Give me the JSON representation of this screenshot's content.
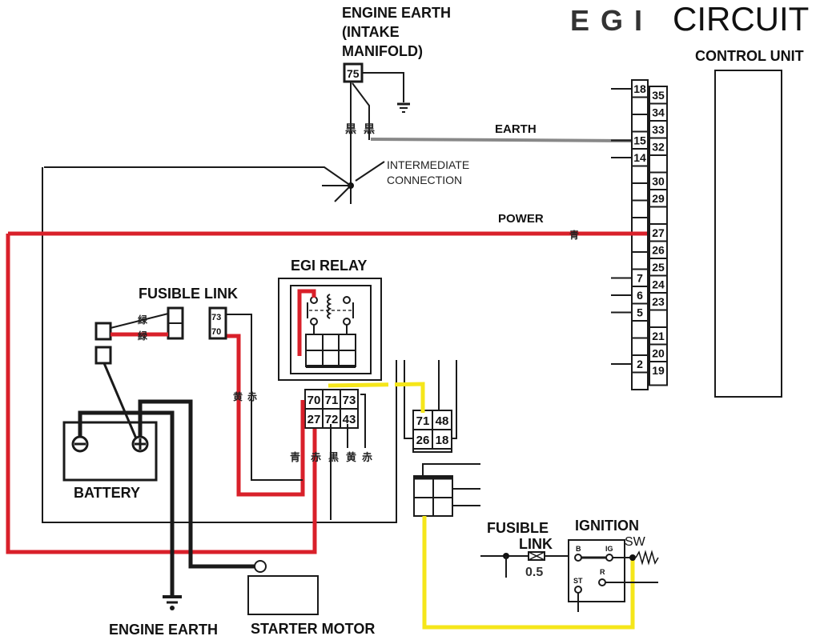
{
  "title": {
    "egi": "E G I",
    "circuit": "CIRCUIT"
  },
  "labels": {
    "engine_earth_intake_1": "ENGINE EARTH",
    "engine_earth_intake_2": "(INTAKE",
    "engine_earth_intake_3": "MANIFOLD)",
    "control_unit": "CONTROL UNIT",
    "earth": "EARTH",
    "intermediate_1": "INTERMEDIATE",
    "intermediate_2": "CONNECTION",
    "power": "POWER",
    "egi_relay": "EGI RELAY",
    "fusible_link": "FUSIBLE LINK",
    "battery": "BATTERY",
    "engine_earth": "ENGINE EARTH",
    "starter_motor": "STARTER MOTOR",
    "fusible_link_2a": "FUSIBLE",
    "fusible_link_2b": "LINK",
    "fuse_rating": "0.5",
    "ignition": "IGNITION",
    "sw": "SW"
  },
  "earth_terminal": "75",
  "connector_left": [
    "18",
    "",
    "",
    "15",
    "14",
    "",
    "",
    "",
    "",
    "",
    "",
    "7",
    "6",
    "5",
    "",
    "",
    "2",
    ""
  ],
  "connector_right": [
    "35",
    "34",
    "33",
    "32",
    "",
    "30",
    "29",
    "",
    "27",
    "26",
    "25",
    "24",
    "23",
    "",
    "21",
    "20",
    "19"
  ],
  "relay_connector": {
    "top": [
      "70",
      "71",
      "73"
    ],
    "bottom": [
      "27",
      "72",
      "43"
    ]
  },
  "mid_connector": {
    "top": [
      "71",
      "48"
    ],
    "bottom": [
      "26",
      "18"
    ]
  },
  "fusible_link_pins": [
    "73",
    "70"
  ],
  "ignition_terminals": [
    "B",
    "IG",
    "ST",
    "R"
  ],
  "wire_colors_legend": {
    "red": "#d9202a",
    "yellow": "#f5e61a",
    "grey": "#888888"
  },
  "wire_marks": {
    "k1": "黒",
    "k2": "黒",
    "fl1": "緑",
    "fl2": "緑",
    "r1": "黄",
    "r2": "赤",
    "c1": "青",
    "c2": "赤",
    "c3": "黒",
    "c4": "黄",
    "c5": "赤"
  }
}
